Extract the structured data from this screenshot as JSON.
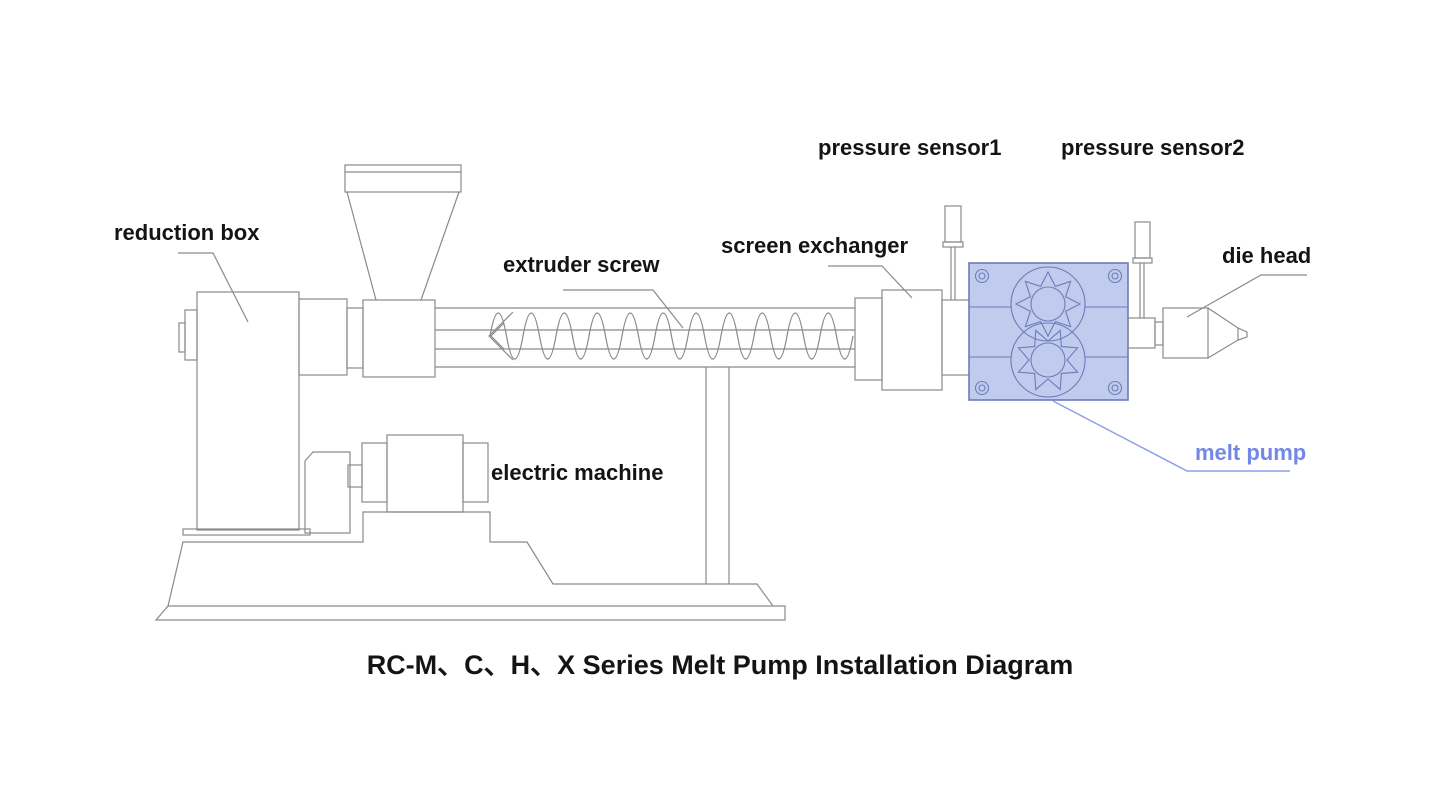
{
  "diagram": {
    "title": "RC-M、C、H、X Series Melt Pump Installation Diagram",
    "labels": {
      "reduction_box": "reduction box",
      "extruder_screw": "extruder screw",
      "screen_exchanger": "screen exchanger",
      "pressure_sensor1": "pressure sensor1",
      "pressure_sensor2": "pressure sensor2",
      "die_head": "die head",
      "electric_machine": "electric machine",
      "melt_pump": "melt pump"
    },
    "colors": {
      "line": "#8a8a8a",
      "label_text": "#141414",
      "melt_pump_fill": "#c1cbee",
      "melt_pump_stroke": "#6b7cb8",
      "melt_pump_label": "#7487e6",
      "melt_pump_leader": "#8d9fe8",
      "background": "#ffffff"
    }
  }
}
